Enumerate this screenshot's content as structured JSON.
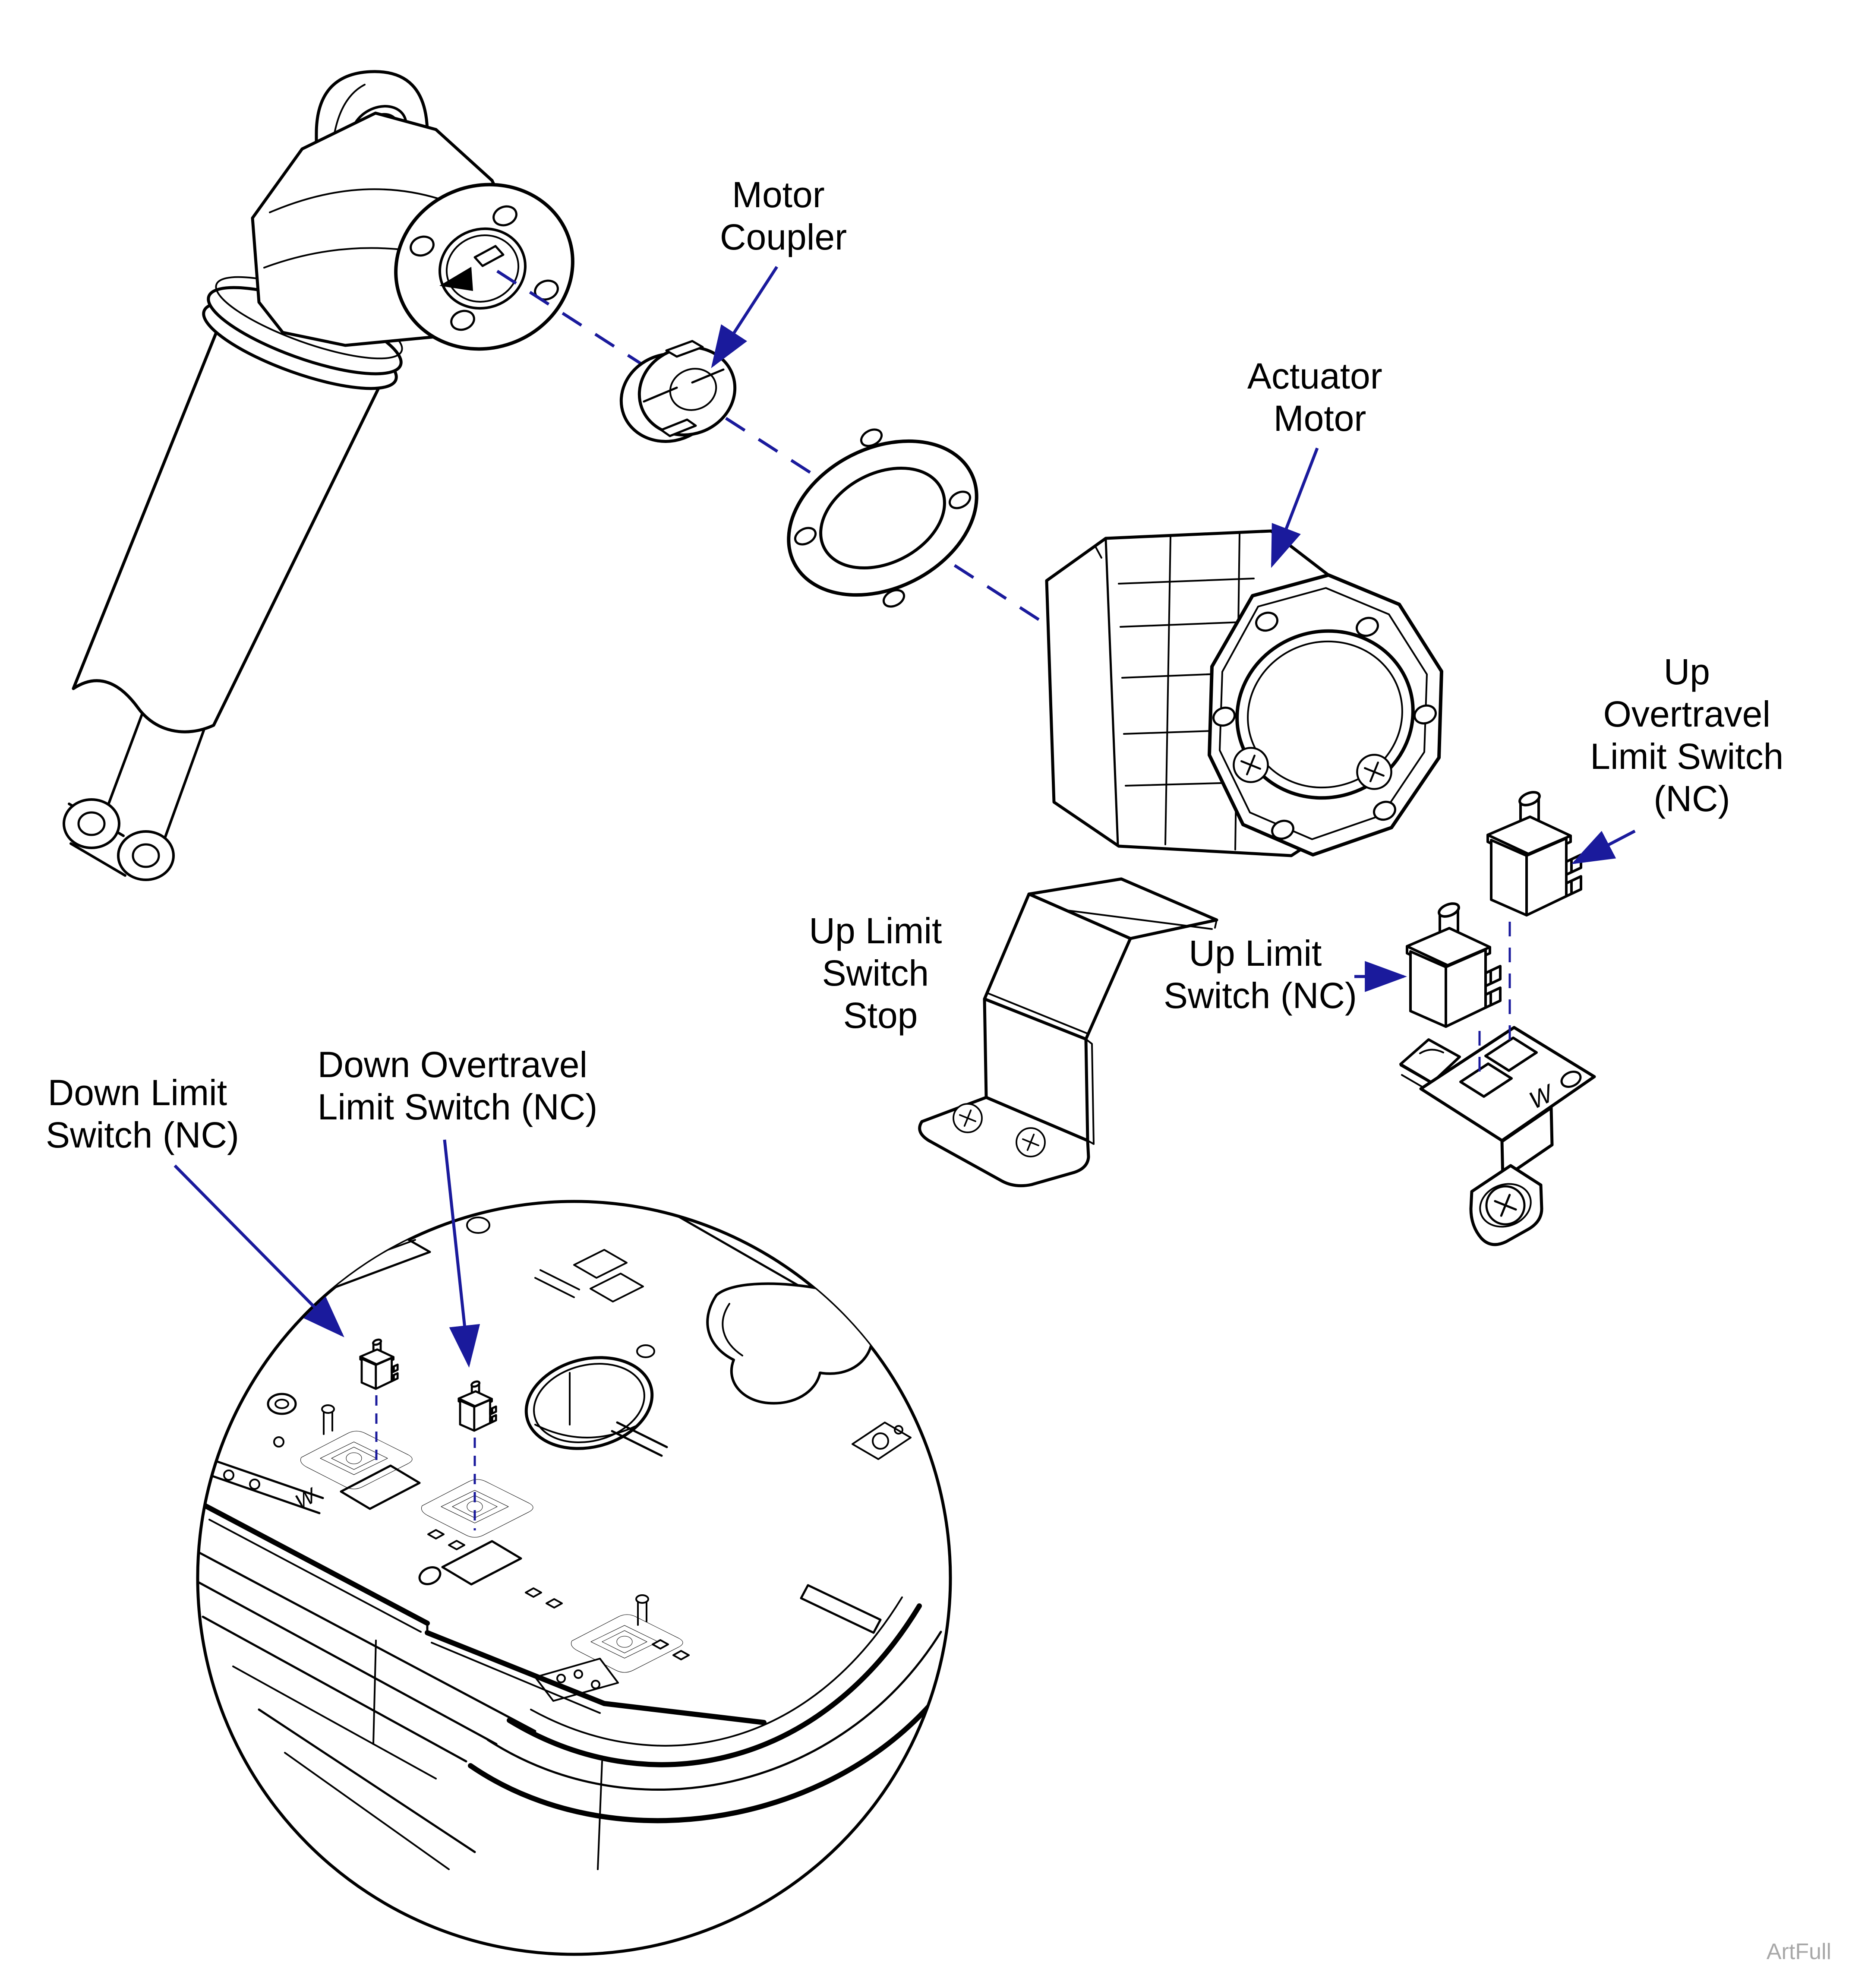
{
  "colors": {
    "background": "#ffffff",
    "line": "#000000",
    "callout": "#1a1a9c",
    "watermark": "#a8a8a8"
  },
  "watermark": "ArtFull",
  "labels": {
    "motor_coupler": {
      "lines": [
        "Motor",
        "Coupler"
      ]
    },
    "actuator_motor": {
      "lines": [
        "Actuator",
        "Motor"
      ]
    },
    "up_overtravel_limit_switch": {
      "lines": [
        "Up",
        "Overtravel",
        "Limit Switch",
        "(NC)"
      ]
    },
    "up_limit_switch_stop": {
      "lines": [
        "Up Limit",
        "Switch",
        "Stop"
      ]
    },
    "up_limit_switch": {
      "lines": [
        "Up Limit",
        "Switch (NC)"
      ]
    },
    "down_overtravel_limit_switch": {
      "lines": [
        "Down Overtravel",
        "Limit Switch (NC)"
      ]
    },
    "down_limit_switch": {
      "lines": [
        "Down Limit",
        "Switch (NC)"
      ]
    }
  },
  "part_markings": {
    "bracket_w": "W",
    "plate_w": "W"
  }
}
